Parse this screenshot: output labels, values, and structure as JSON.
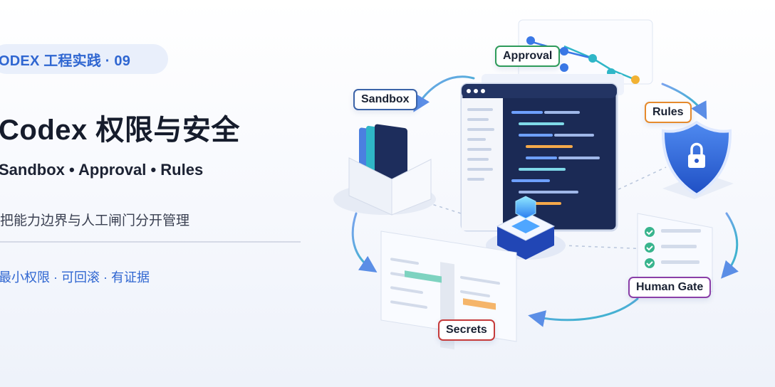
{
  "header": {
    "series_tag": "ODEX 工程实践 · 09",
    "title": "Codex 权限与安全",
    "subtitle": "Sandbox • Approval • Rules",
    "description": "把能力边界与人工闸门分开管理",
    "principles": "最小权限 · 可回滚 · 有证据"
  },
  "diagram_labels": {
    "sandbox": "Sandbox",
    "approval": "Approval",
    "rules": "Rules",
    "human_gate": "Human Gate",
    "secrets": "Secrets"
  },
  "colors": {
    "accent": "#2f66d1",
    "sandbox_border": "#3b63a8",
    "approval_border": "#2e9b5a",
    "rules_border": "#e58a2c",
    "human_gate_border": "#8a3fa8",
    "secrets_border": "#c63b3b"
  },
  "icons": [
    "shield-lock-icon",
    "code-editor-icon",
    "sandbox-box-icon",
    "checklist-icon",
    "cube-icon"
  ]
}
